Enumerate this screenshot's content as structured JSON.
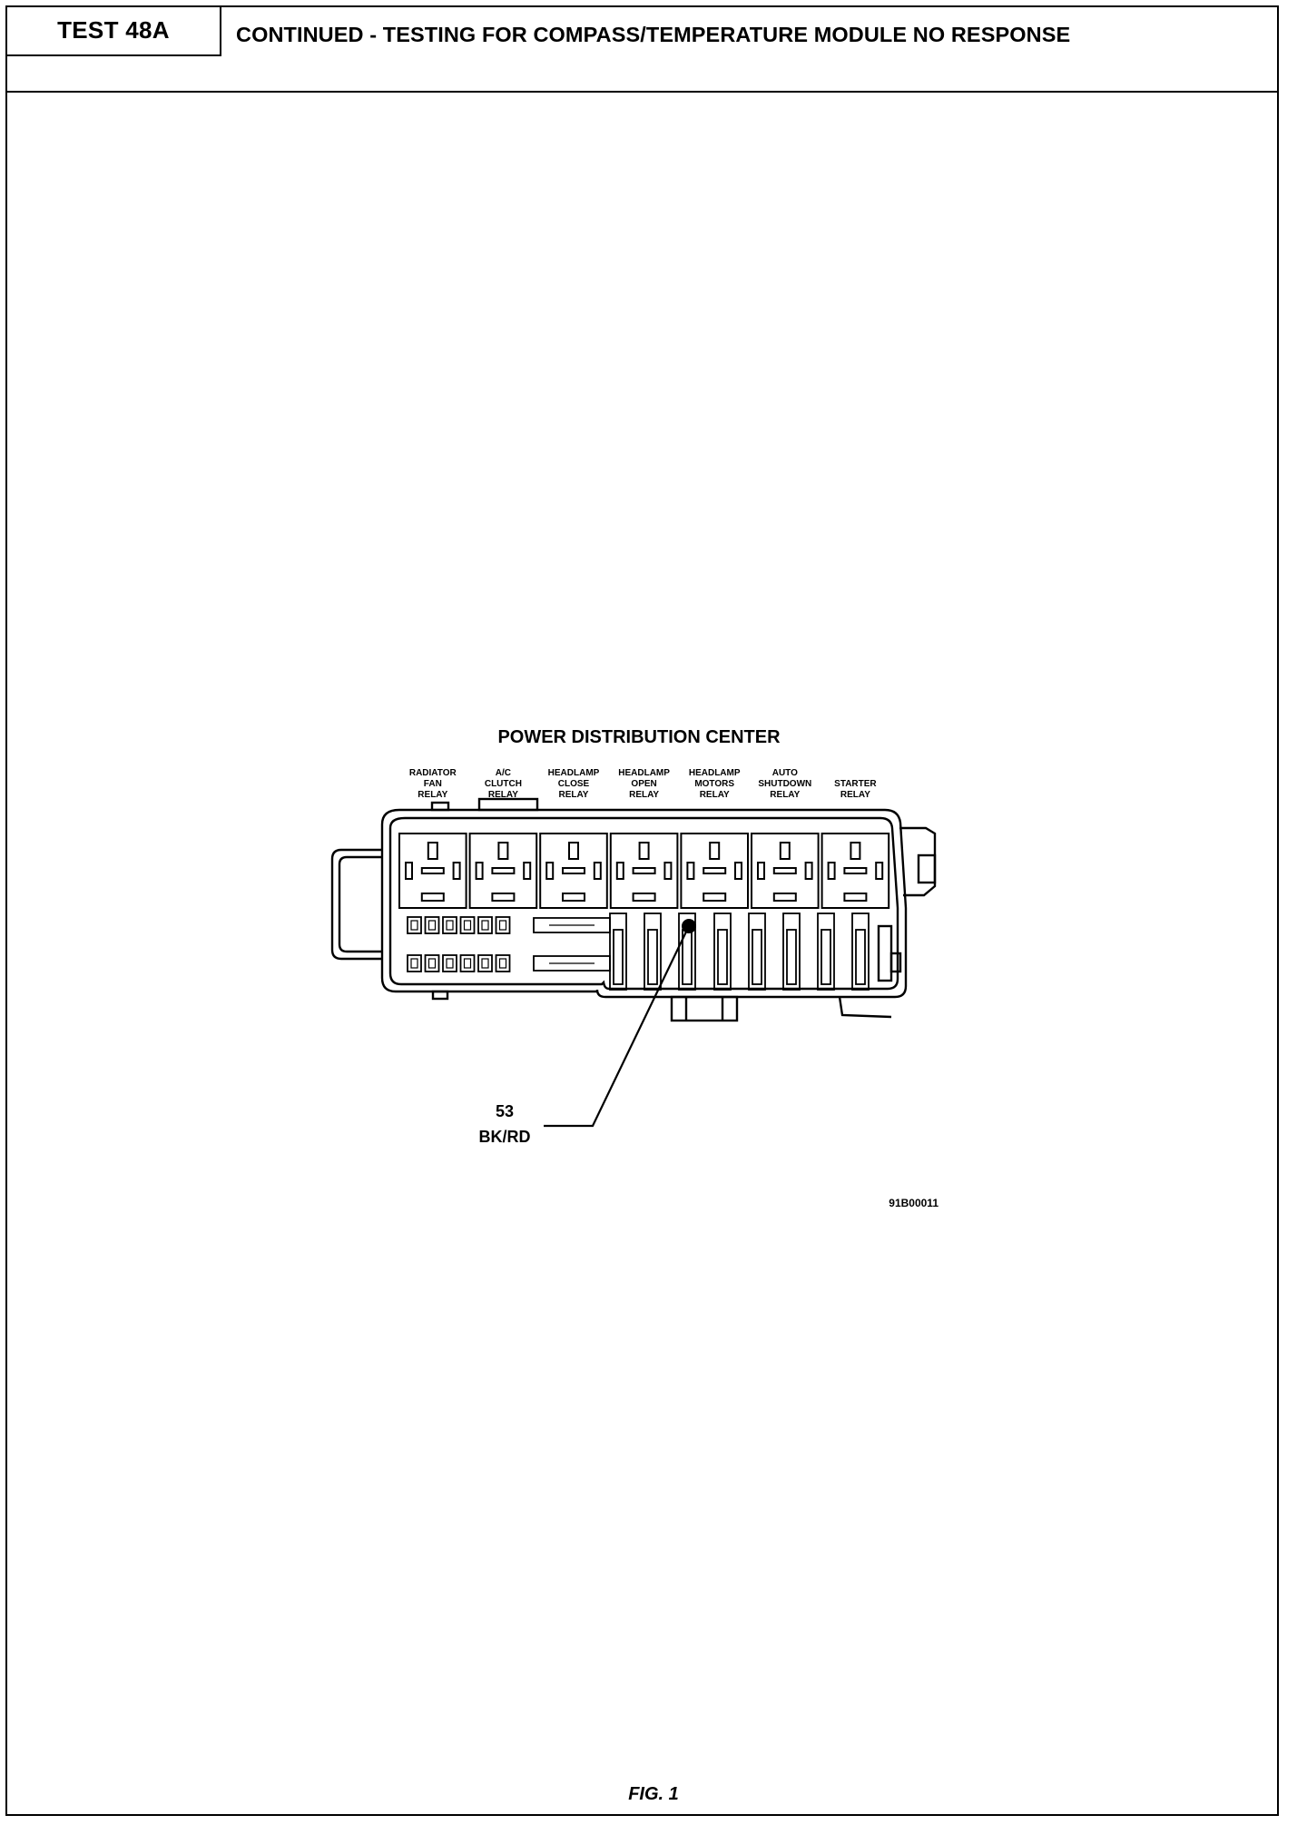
{
  "header": {
    "test_id": "TEST 48A",
    "title": "CONTINUED - TESTING FOR COMPASS/TEMPERATURE MODULE NO RESPONSE"
  },
  "figure": {
    "title": "POWER DISTRIBUTION CENTER",
    "relays": [
      {
        "lines": [
          "RADIATOR",
          "FAN",
          "RELAY"
        ]
      },
      {
        "lines": [
          "A/C",
          "CLUTCH",
          "RELAY"
        ]
      },
      {
        "lines": [
          "HEADLAMP",
          "CLOSE",
          "RELAY"
        ]
      },
      {
        "lines": [
          "HEADLAMP",
          "OPEN",
          "RELAY"
        ]
      },
      {
        "lines": [
          "HEADLAMP",
          "MOTORS",
          "RELAY"
        ]
      },
      {
        "lines": [
          "AUTO",
          "SHUTDOWN",
          "RELAY"
        ]
      },
      {
        "lines": [
          "STARTER",
          "RELAY"
        ]
      }
    ],
    "callout": {
      "circuit": "53",
      "wire_color": "BK/RD"
    },
    "drawing_number": "91B00011",
    "caption": "FIG. 1"
  }
}
